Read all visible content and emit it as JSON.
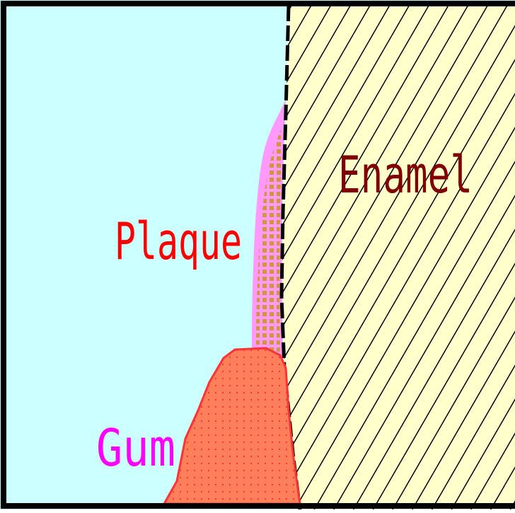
{
  "diagram": {
    "labels": {
      "enamel": "Enamel",
      "plaque": "Plaque",
      "gum": "Gum"
    },
    "colors": {
      "background_fluid": "#ccffff",
      "enamel_fill": "#ffffcc",
      "enamel_hatch": "#000000",
      "plaque_outer": "#ff99ff",
      "plaque_inner": "#cc9933",
      "gum_fill": "#ff7f5a",
      "gum_outline": "#ff3333",
      "gum_dots": "#ff3333",
      "frame": "#000000",
      "enamel_label": "#800000",
      "plaque_label": "#ff0000",
      "gum_label": "#ff00ff"
    }
  }
}
